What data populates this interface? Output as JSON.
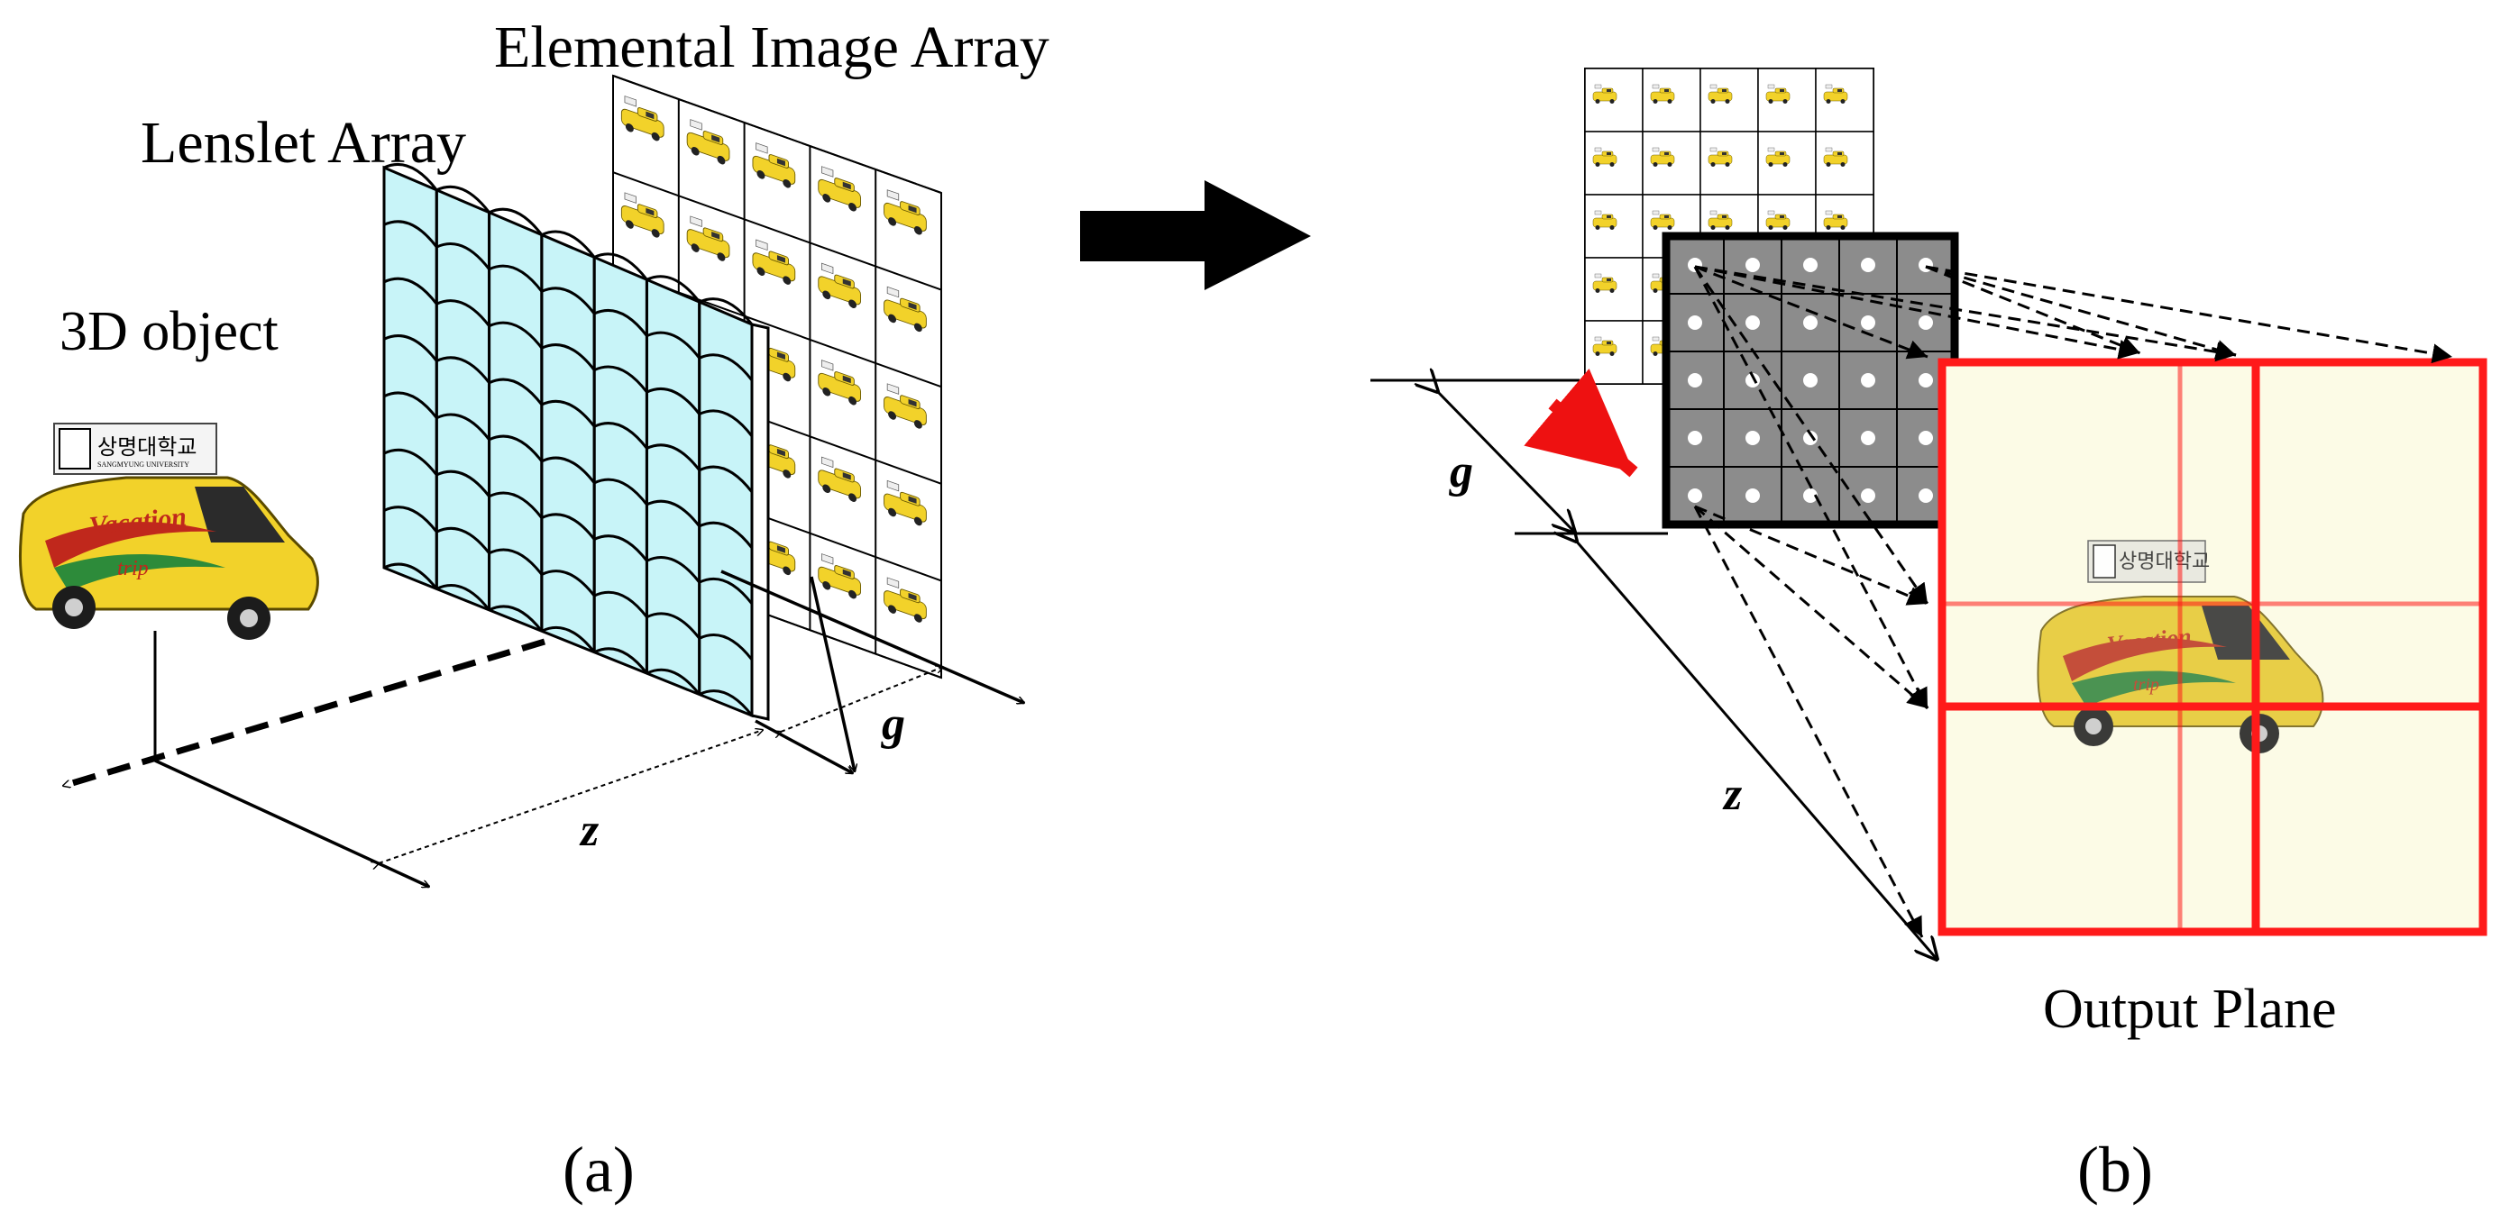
{
  "panel_a": {
    "label_eia": "Elemental  Image Array",
    "label_lenslet": "Lenslet Array",
    "label_object": "3D object",
    "label_z": "z",
    "label_g": "g",
    "caption": "(a)"
  },
  "panel_b": {
    "label_g": "g",
    "label_z": "z",
    "label_output": "Output Plane",
    "caption": "(b)"
  },
  "vehicle": {
    "sign_text": "상명대학교",
    "sign_subtext": "SANGMYUNG UNIVERSITY",
    "body_text": "Vacation",
    "body_text2": "trip"
  },
  "colors": {
    "lens_fill": "#c8f4f8",
    "eia_overlay": "#8c8c8c",
    "output_fill": "#fcfbe6",
    "output_grid": "#ff1a1a",
    "arrow_red": "#ee1111",
    "vehicle_yellow": "#f2d22a"
  },
  "grid": {
    "lens_rows": 7,
    "lens_cols": 7,
    "eia_rows": 5,
    "eia_cols": 5
  }
}
